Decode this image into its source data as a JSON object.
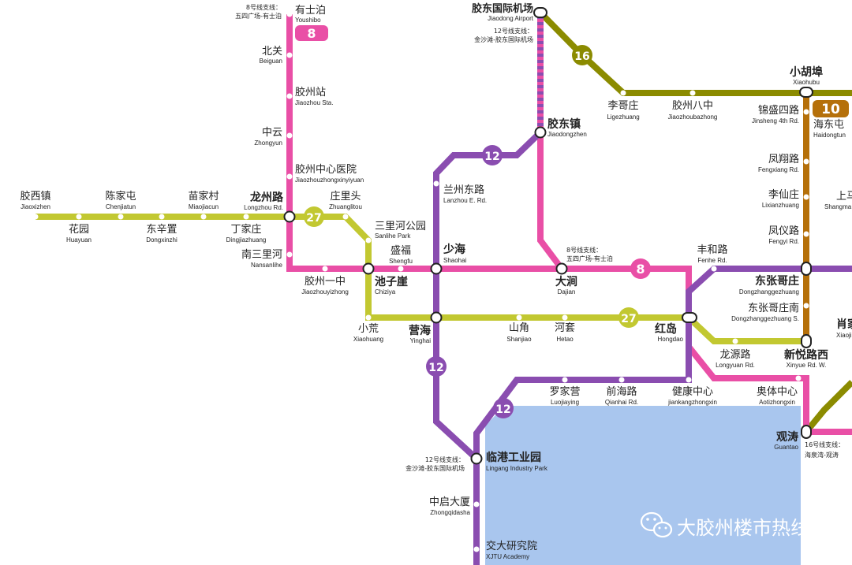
{
  "colors": {
    "pink": "#e94fa6",
    "purple": "#8a4db0",
    "olive": "#8b8b00",
    "lime": "#c2c831",
    "brown": "#b5700a",
    "sea": "#a9c6ee"
  },
  "lines": {
    "l8": "8",
    "l12": "12",
    "l16": "16",
    "l27": "27",
    "l10": "10"
  },
  "notes": {
    "n8a_1": "8号线支线：",
    "n8a_2": "五四广场-有士泊",
    "n8b_1": "8号线支线：",
    "n8b_2": "五四广场-有士泊",
    "n12a_1": "12号线支线：",
    "n12a_2": "金沙滩-胶东国际机场",
    "n12b_1": "12号线支线：",
    "n12b_2": "金沙滩-胶东国际机场",
    "n16_1": "16号线支线：",
    "n16_2": "海泉湾-观涛"
  },
  "stations": {
    "youshibo": {
      "zh": "有士泊",
      "en": "Youshibo"
    },
    "beiguan": {
      "zh": "北关",
      "en": "Beiguan"
    },
    "jiaozhouzhan": {
      "zh": "胶州站",
      "en": "Jiaozhou Sta."
    },
    "zhongyun": {
      "zh": "中云",
      "en": "Zhongyun"
    },
    "zxyy": {
      "zh": "胶州中心医院",
      "en": "Jiaozhouzhongxinyiyuan"
    },
    "longzhou": {
      "zh": "龙州路",
      "en": "Longzhou Rd."
    },
    "nansanli": {
      "zh": "南三里河",
      "en": "Nansanlihe"
    },
    "jzyz": {
      "zh": "胶州一中",
      "en": "Jiaozhouyizhong"
    },
    "jiaoxi": {
      "zh": "胶西镇",
      "en": "Jiaoxizhen"
    },
    "huayuan": {
      "zh": "花园",
      "en": "Huayuan"
    },
    "chenjia": {
      "zh": "陈家屯",
      "en": "Chenjiatun"
    },
    "dongxin": {
      "zh": "东辛置",
      "en": "Dongxinzhi"
    },
    "miaojia": {
      "zh": "苗家村",
      "en": "Miaojiacun"
    },
    "dingjia": {
      "zh": "丁家庄",
      "en": "Dingjiazhuang"
    },
    "zhuangli": {
      "zh": "庄里头",
      "en": "Zhuanglitou"
    },
    "sanlihe": {
      "zh": "三里河公园",
      "en": "Sanlihe Park"
    },
    "chiziya": {
      "zh": "池子崖",
      "en": "Chiziya"
    },
    "xiaohuang": {
      "zh": "小荒",
      "en": "Xiaohuang"
    },
    "shengfu": {
      "zh": "盛福",
      "en": "Shengfu"
    },
    "shaohai": {
      "zh": "少海",
      "en": "Shaohai"
    },
    "yinghai": {
      "zh": "营海",
      "en": "Yinghai"
    },
    "lanzhou": {
      "zh": "兰州东路",
      "en": "Lanzhou E. Rd."
    },
    "airport": {
      "zh": "胶东国际机场",
      "en": "Jiaodong Airport"
    },
    "jdz": {
      "zh": "胶东镇",
      "en": "Jiaodongzhen"
    },
    "dajian": {
      "zh": "大涧",
      "en": "Dajian"
    },
    "shanjiao": {
      "zh": "山角",
      "en": "Shanjiao"
    },
    "hetao": {
      "zh": "河套",
      "en": "Hetao"
    },
    "hongdao": {
      "zh": "红岛",
      "en": "Hongdao"
    },
    "fenhe": {
      "zh": "丰和路",
      "en": "Fenhe Rd."
    },
    "longyuan": {
      "zh": "龙源路",
      "en": "Longyuan Rd."
    },
    "luojia": {
      "zh": "罗家营",
      "en": "Luojiaying"
    },
    "qianhai": {
      "zh": "前海路",
      "en": "Qianhai Rd."
    },
    "jiankang": {
      "zh": "健康中心",
      "en": "jiankangzhongxin"
    },
    "aoti": {
      "zh": "奥体中心",
      "en": "Aotizhongxin"
    },
    "lingang": {
      "zh": "临港工业园",
      "en": "Lingang Industry Park"
    },
    "zhongqi": {
      "zh": "中启大厦",
      "en": "Zhongqidasha"
    },
    "xjtu": {
      "zh": "交大研究院",
      "en": "XJTU Academy"
    },
    "ligezh": {
      "zh": "李哥庄",
      "en": "Ligezhuang"
    },
    "jzbz": {
      "zh": "胶州八中",
      "en": "Jiaozhoubazhong"
    },
    "xiaohubu": {
      "zh": "小胡埠",
      "en": "Xiaohubu"
    },
    "jinsheng": {
      "zh": "锦盛四路",
      "en": "Jinsheng 4th Rd."
    },
    "haidong": {
      "zh": "海东屯",
      "en": "Haidongtun"
    },
    "fengxiang": {
      "zh": "凤翔路",
      "en": "Fengxiang Rd."
    },
    "lixian": {
      "zh": "李仙庄",
      "en": "Lixianzhuang"
    },
    "fengyi": {
      "zh": "凤仪路",
      "en": "Fengyi Rd."
    },
    "dzgz": {
      "zh": "东张哥庄",
      "en": "Dongzhanggezhuang"
    },
    "dzgzn": {
      "zh": "东张哥庄南",
      "en": "Dongzhanggezhuang S."
    },
    "xinyue": {
      "zh": "新悦路西",
      "en": "Xinyue Rd. W."
    },
    "guantao": {
      "zh": "观涛",
      "en": "Guantao"
    },
    "shangma": {
      "zh": "上马",
      "en": "Shangma"
    },
    "xiaojia": {
      "zh": "肖家",
      "en": "Xiaojia"
    }
  },
  "watermark": {
    "icon": "wechat-icon",
    "text": "大胶州楼市热线"
  }
}
